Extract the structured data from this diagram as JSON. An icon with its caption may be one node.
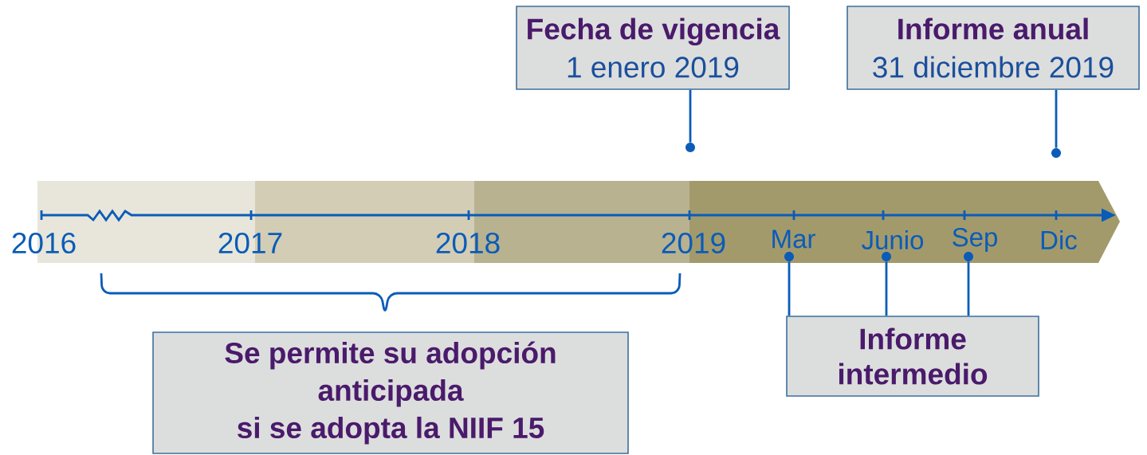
{
  "diagram": {
    "nodes": [
      {
        "text": [
          "Fecha de vigencia",
          "1 enero 2019"
        ]
      },
      {
        "text": [
          "Informe anual",
          "31 diciembre 2019"
        ]
      },
      {
        "text": [
          "Se permite su adopción",
          "anticipada",
          "si se adopta la NIIF 15"
        ]
      },
      {
        "text": [
          "Informe intermedio"
        ]
      },
      {
        "text": [],
        "shape": "circle"
      },
      {
        "text": [],
        "shape": "circle"
      },
      {
        "text": [],
        "shape": "circle"
      },
      {
        "text": [],
        "shape": "circle"
      },
      {
        "text": [],
        "shape": "circle"
      }
    ],
    "edges": [
      {
        "from": 0,
        "to": 4,
        "arrow": "none"
      },
      {
        "from": 1,
        "to": 8,
        "arrow": "none"
      },
      {
        "from": 3,
        "to": 5,
        "arrow": "none"
      },
      {
        "from": 3,
        "to": 6,
        "arrow": "none"
      },
      {
        "from": 3,
        "to": 7,
        "arrow": "none"
      }
    ],
    "labels": [
      "2016",
      "2017",
      "2018",
      "2019",
      "Mar",
      "Junio",
      "Sep",
      "Dic"
    ]
  }
}
